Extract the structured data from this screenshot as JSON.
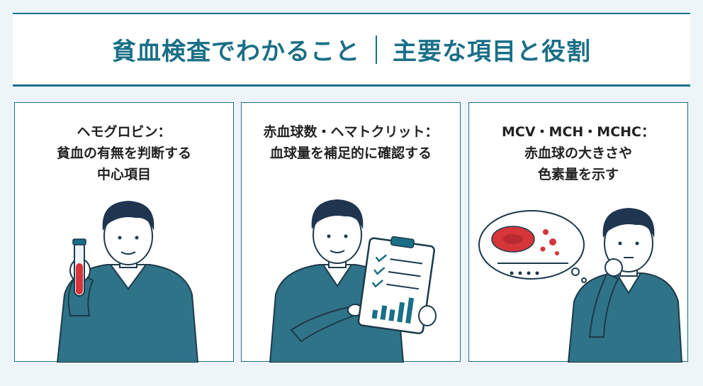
{
  "header": {
    "title": "貧血検査でわかること",
    "subtitle": "主要な項目と役割"
  },
  "panels": [
    {
      "lines": [
        "ヘモグロビン：",
        "貧血の有無を判断する",
        "中心項目"
      ]
    },
    {
      "lines": [
        "赤血球数・ヘマトクリット：",
        "血球量を補足的に確認する"
      ]
    },
    {
      "lines": [
        "MCV・MCH・MCHC：",
        "赤血球の大きさや",
        "色素量を示す"
      ]
    }
  ],
  "colors": {
    "accent": "#1a6f86",
    "sweater": "#2f7388",
    "hair": "#1f3550",
    "blood": "#d6353a"
  }
}
